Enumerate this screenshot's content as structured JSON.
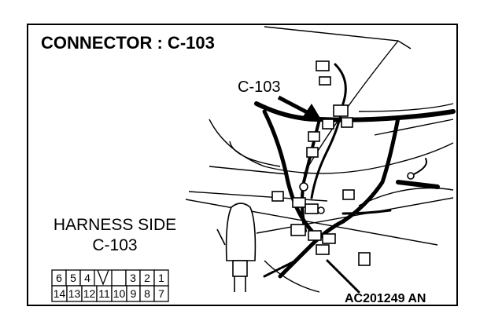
{
  "figure": {
    "title": "CONNECTOR : C-103",
    "callout_label": "C-103",
    "harness_label": "HARNESS SIDE",
    "harness_connector": "C-103",
    "reference_code": "AC201249 AN"
  },
  "connector": {
    "top_row": [
      "6",
      "5",
      "4",
      "",
      "3",
      "2",
      "1"
    ],
    "bottom_row": [
      "14",
      "13",
      "12",
      "11",
      "10",
      "9",
      "8",
      "7"
    ]
  },
  "icons": [
    "connector-lock-icon",
    "shift-lever-icon",
    "wiring-harness-icon",
    "callout-arrow-icon"
  ]
}
